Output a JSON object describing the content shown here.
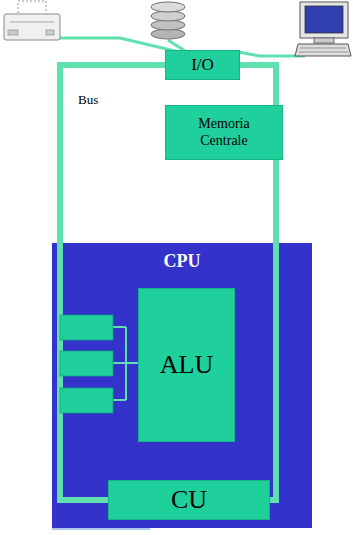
{
  "diagram": {
    "nodes": [
      {
        "text": [
          "I/O"
        ]
      },
      {
        "text": [
          "Memoria Centrale"
        ]
      },
      {
        "text": [
          "CPU"
        ]
      },
      {
        "text": [
          "ALU"
        ],
        "in": 2
      },
      {
        "text": [
          "CU"
        ],
        "in": 2
      }
    ],
    "edges": [
      {
        "from": 0,
        "to": 1,
        "arrow": "none"
      },
      {
        "from": 1,
        "to": 4,
        "arrow": "none"
      },
      {
        "from": 0,
        "to": 4,
        "arrow": "none"
      }
    ],
    "labels": [
      "Bus"
    ]
  }
}
